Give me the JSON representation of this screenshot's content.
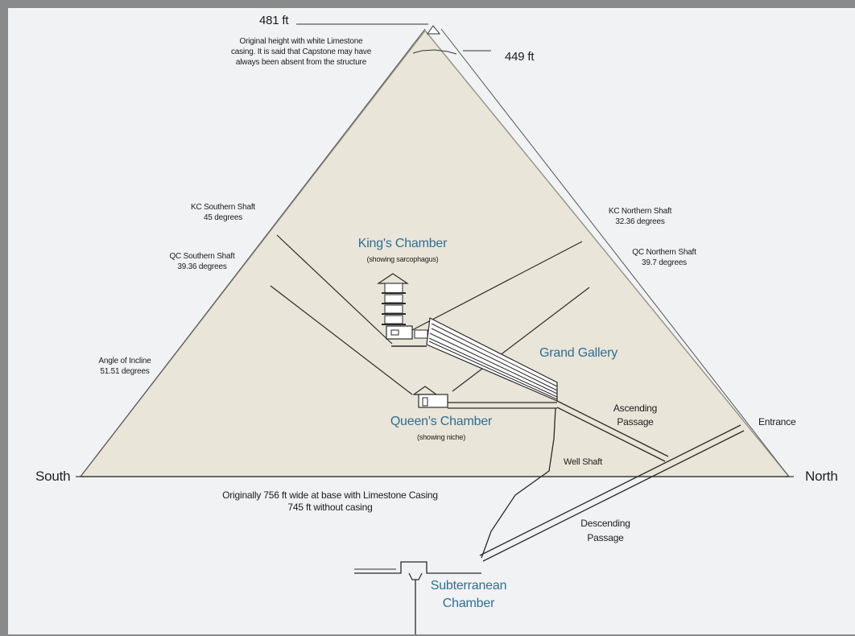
{
  "heights": {
    "original_ft": "481 ft",
    "original_note": "Original height with white Limestone casing. It is said that Capstone may have always been absent from the structure",
    "current_ft": "449 ft"
  },
  "directions": {
    "south": "South",
    "north": "North"
  },
  "base": {
    "line1": "Originally 756 ft wide at base with Limestone Casing",
    "line2": "745 ft without casing"
  },
  "shafts": {
    "kc_south": {
      "name": "KC Southern Shaft",
      "angle": "45 degrees"
    },
    "kc_north": {
      "name": "KC Northern Shaft",
      "angle": "32.36 degrees"
    },
    "qc_south": {
      "name": "QC Southern Shaft",
      "angle": "39.36 degrees"
    },
    "qc_north": {
      "name": "QC Northern Shaft",
      "angle": "39.7 degrees"
    }
  },
  "incline": {
    "name": "Angle of Incline",
    "angle": "51.51 degrees"
  },
  "chambers": {
    "king": {
      "name": "King's Chamber",
      "note": "(showing sarcophagus)"
    },
    "queen": {
      "name": "Queen's Chamber",
      "note": "(showing niche)"
    },
    "subterranean": {
      "line1": "Subterranean",
      "line2": "Chamber"
    }
  },
  "passages": {
    "grand_gallery": "Grand Gallery",
    "ascending_1": "Ascending",
    "ascending_2": "Passage",
    "descending_1": "Descending",
    "descending_2": "Passage",
    "well_shaft": "Well Shaft",
    "entrance": "Entrance"
  },
  "colors": {
    "pyramid_fill": "#e9e5d8",
    "line": "#2a2a2a",
    "chamber_label": "#2e6f93"
  }
}
